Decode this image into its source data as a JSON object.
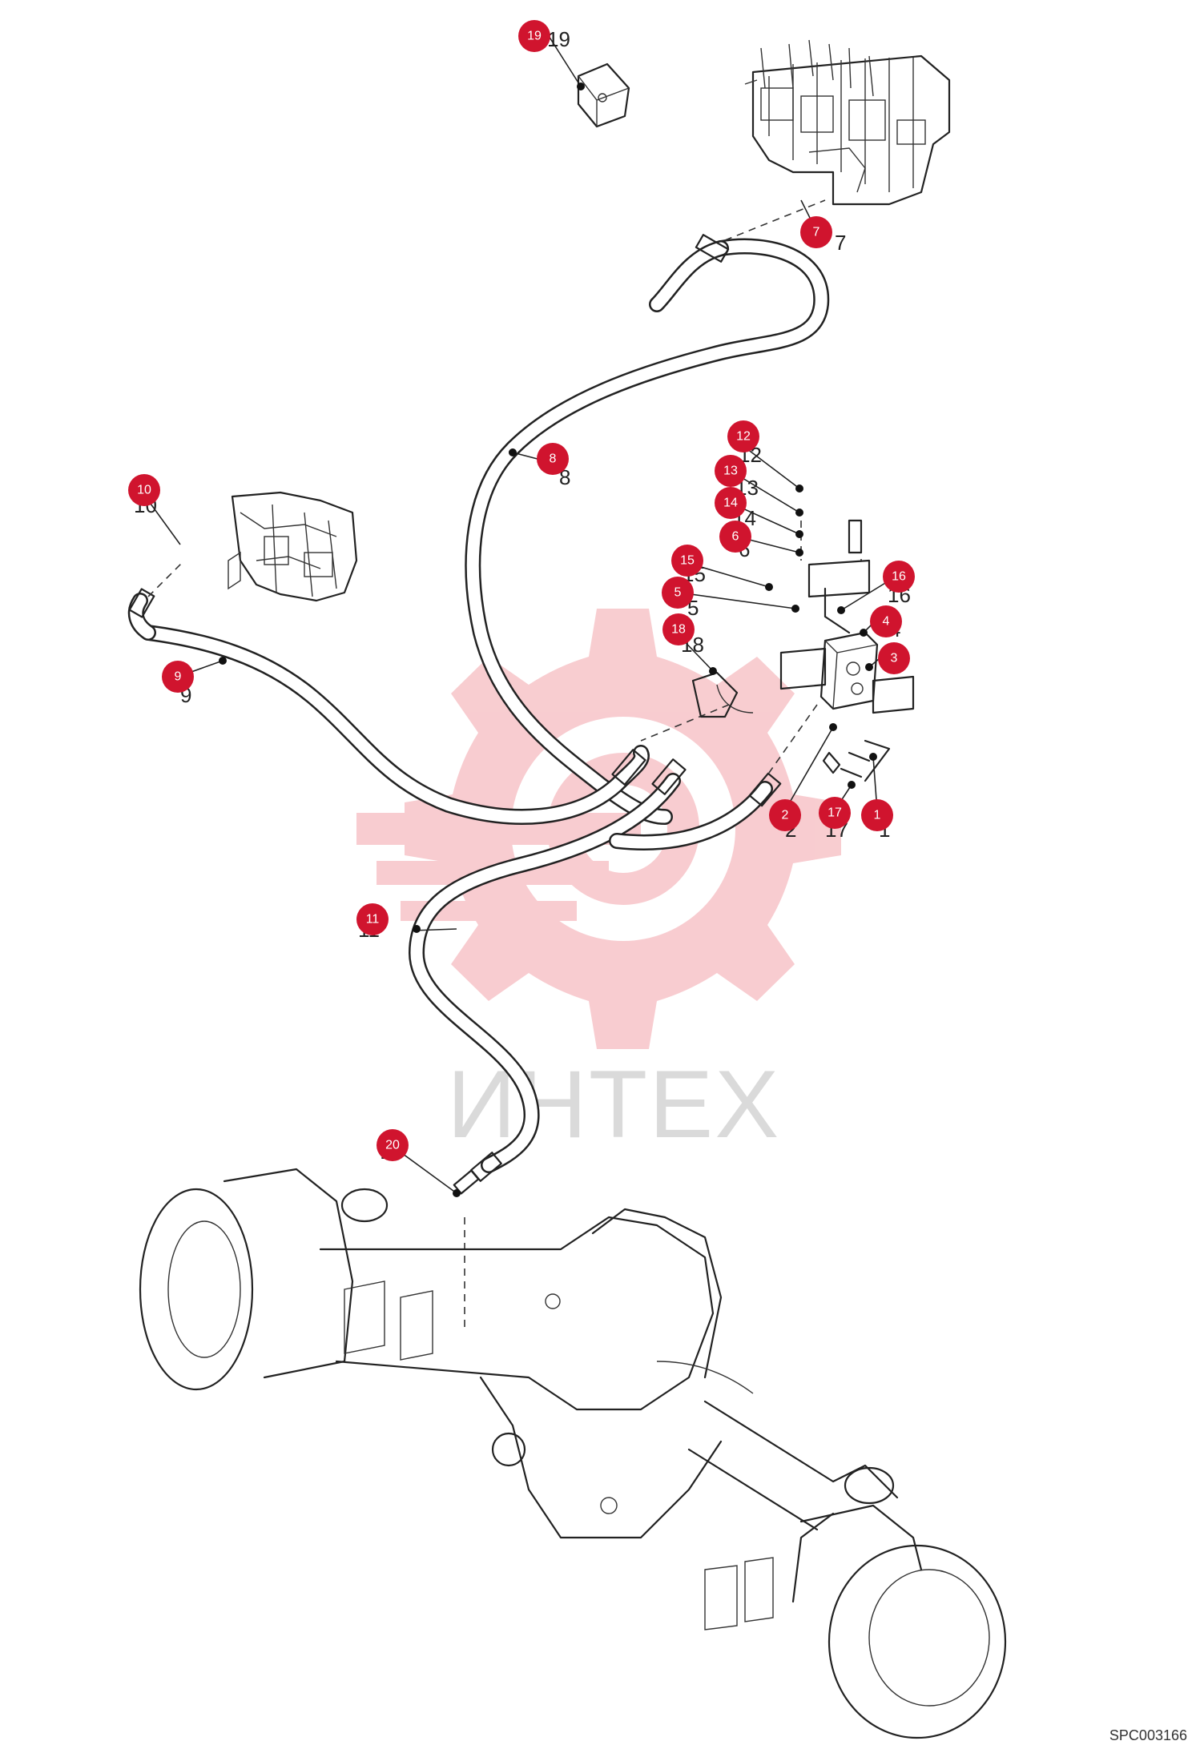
{
  "watermark": {
    "text": "ИНТЕХ",
    "color": "#f7c4c8"
  },
  "drawing_code": "SPC003166",
  "badge_color": "#d0142e",
  "callouts": [
    {
      "label": "1"
    },
    {
      "label": "2"
    },
    {
      "label": "3"
    },
    {
      "label": "4"
    },
    {
      "label": "5"
    },
    {
      "label": "6"
    },
    {
      "label": "7"
    },
    {
      "label": "8"
    },
    {
      "label": "9"
    },
    {
      "label": "10"
    },
    {
      "label": "11"
    },
    {
      "label": "12"
    },
    {
      "label": "13"
    },
    {
      "label": "14"
    },
    {
      "label": "15"
    },
    {
      "label": "16"
    },
    {
      "label": "17"
    },
    {
      "label": "18"
    },
    {
      "label": "19"
    },
    {
      "label": "20"
    }
  ]
}
